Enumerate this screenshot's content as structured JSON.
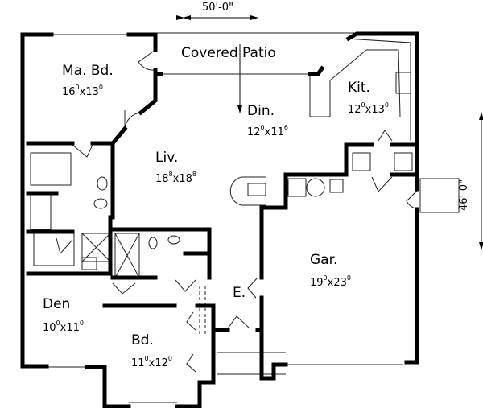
{
  "dimensions": {
    "width": "50'-0\"",
    "depth": "46'-0\""
  },
  "rooms": {
    "patio": {
      "name": "Covered Patio"
    },
    "master": {
      "name": "Ma. Bd.",
      "w": "16",
      "wsup": "0",
      "l": "13",
      "lsup": "0"
    },
    "dining": {
      "name": "Din.",
      "w": "12",
      "wsup": "0",
      "l": "11",
      "lsup": "6"
    },
    "kitchen": {
      "name": "Kit.",
      "w": "12",
      "wsup": "0",
      "l": "13",
      "lsup": "0"
    },
    "living": {
      "name": "Liv.",
      "w": "18",
      "wsup": "8",
      "l": "18",
      "lsup": "8"
    },
    "garage": {
      "name": "Gar.",
      "w": "19",
      "wsup": "0",
      "l": "23",
      "lsup": "0"
    },
    "entry": {
      "name": "E."
    },
    "den": {
      "name": "Den",
      "w": "10",
      "wsup": "0",
      "l": "11",
      "lsup": "0"
    },
    "bedroom": {
      "name": "Bd.",
      "w": "11",
      "wsup": "0",
      "l": "12",
      "lsup": "0"
    }
  },
  "colors": {
    "wall": "#000000",
    "line": "#333333",
    "background": "#ffffff"
  }
}
